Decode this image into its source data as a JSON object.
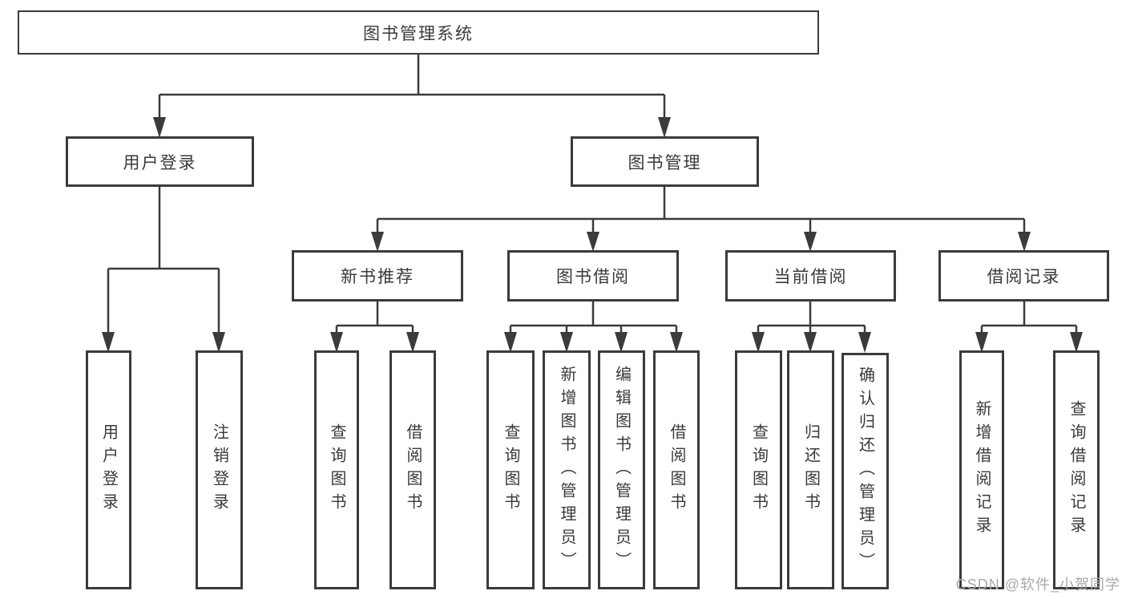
{
  "diagram": {
    "title": "图书管理系统",
    "root": {
      "label": "图书管理系统"
    },
    "level2": [
      {
        "label": "用户登录"
      },
      {
        "label": "图书管理"
      }
    ],
    "level3": [
      {
        "label": "新书推荐"
      },
      {
        "label": "图书借阅"
      },
      {
        "label": "当前借阅"
      },
      {
        "label": "借阅记录"
      }
    ],
    "leaves": {
      "user_login": [
        {
          "label": "用户登录"
        },
        {
          "label": "注销登录"
        }
      ],
      "new_book": [
        {
          "label": "查询图书"
        },
        {
          "label": "借阅图书"
        }
      ],
      "book_borrow": [
        {
          "label": "查询图书"
        },
        {
          "label": "新增图书（管理员）"
        },
        {
          "label": "编辑图书（管理员）"
        },
        {
          "label": "借阅图书"
        }
      ],
      "current_borrow": [
        {
          "label": "查询图书"
        },
        {
          "label": "归还图书"
        },
        {
          "label": "确认归还（管理员）"
        }
      ],
      "borrow_records": [
        {
          "label": "新增借阅记录"
        },
        {
          "label": "查询借阅记录"
        }
      ]
    }
  },
  "watermark": "CSDN @软件_小贺同学",
  "colors": {
    "line": "#3b3b3b",
    "box_border": "#3b3b3b",
    "text": "#3a3a3a",
    "background": "#ffffff",
    "watermark": "#a9a9a9"
  }
}
